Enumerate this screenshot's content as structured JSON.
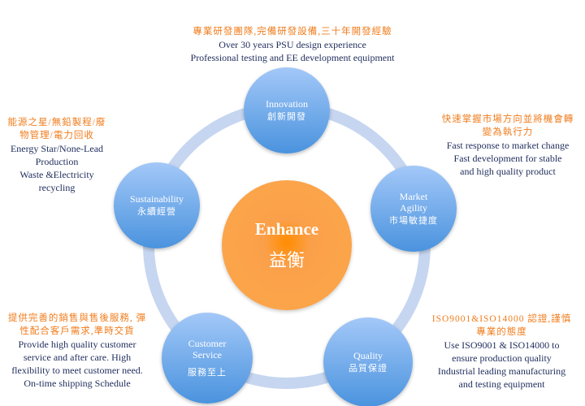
{
  "center": {
    "en": "Enhance",
    "zh": "益衡"
  },
  "nodes": {
    "innovation": {
      "en": "Innovation",
      "zh": "創新開發"
    },
    "market": {
      "en1": "Market",
      "en2": "Agility",
      "zh": "市場敏捷度"
    },
    "quality": {
      "en": "Quality",
      "zh": "品質保證"
    },
    "customer": {
      "en1": "Customer",
      "en2": "Service",
      "zh": "服務至上"
    },
    "sustainability": {
      "en": "Sustainability",
      "zh": "永續經營"
    }
  },
  "descriptions": {
    "innovation": {
      "zh": "專業研發團隊,完備研發設備,三十年開發經驗",
      "lines": [
        "Over 30 years PSU design experience",
        "Professional testing and EE development equipment"
      ]
    },
    "market": {
      "zh1": "快速掌握市場方向並將機會轉",
      "zh2": "變為執行力",
      "lines": [
        "Fast response to market change",
        "Fast development for stable",
        "and high quality product"
      ]
    },
    "quality": {
      "zh1": "ISO9001&ISO14000 認證,謹慎",
      "zh2": "專業的態度",
      "lines": [
        "Use ISO9001 & ISO14000 to",
        "ensure production quality",
        "Industrial leading manufacturing",
        "and testing equipment"
      ]
    },
    "customer": {
      "zh1": "提供完善的銷售與售後服務, 彈",
      "zh2": "性配合客戶需求,準時交貨",
      "lines": [
        "Provide high quality customer",
        "service and after care. High",
        "flexibility to meet customer need.",
        "On-time shipping Schedule"
      ]
    },
    "sustainability": {
      "zh1": "能源之星/無鉛製程/廢",
      "zh2": "物管理/電力回收",
      "lines": [
        "Energy Star/None-Lead",
        "Production",
        "Waste &Electricity",
        "recycling"
      ]
    }
  },
  "colors": {
    "accent_text": "#f07c1c",
    "body_text": "#1f2d5c",
    "ring": "#c6d6f0",
    "center": "#fba44a",
    "node": "#5a9de2"
  }
}
